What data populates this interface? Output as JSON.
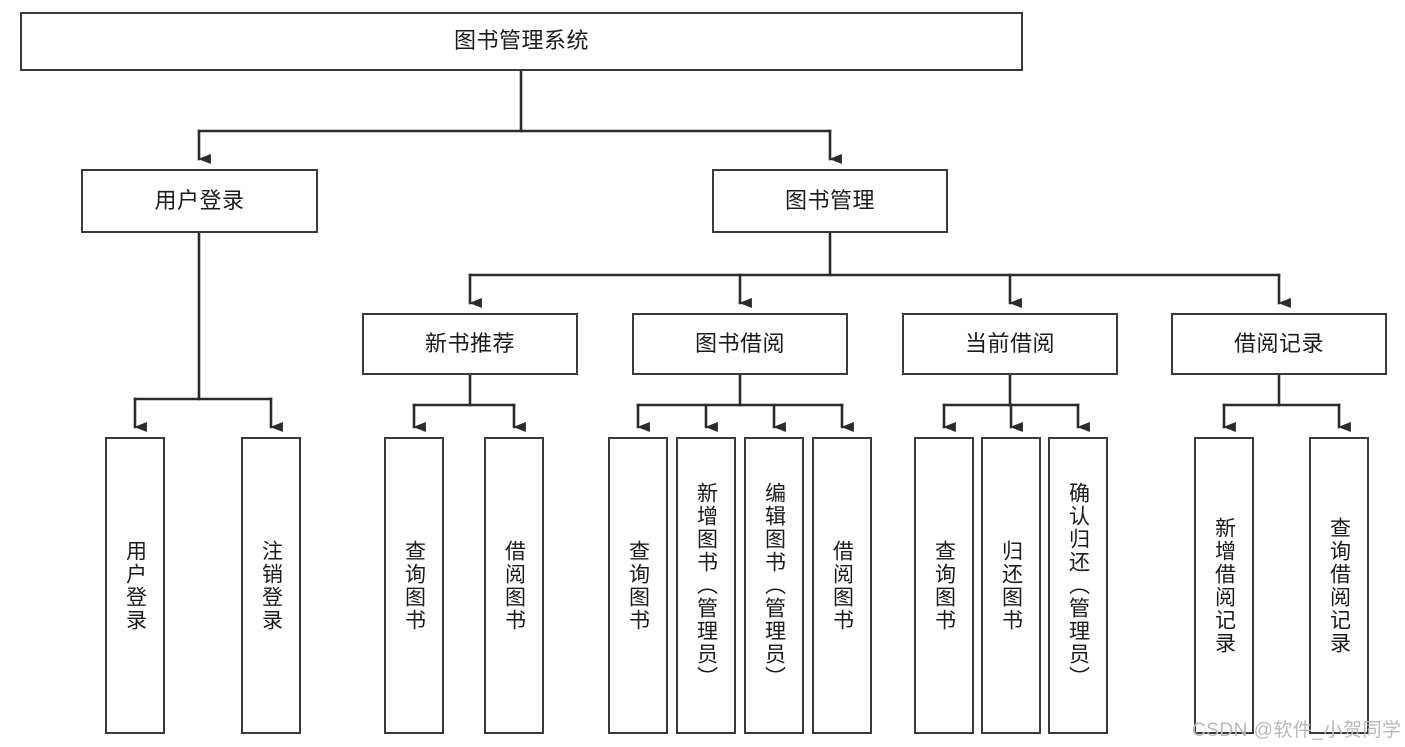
{
  "diagram": {
    "type": "tree-hierarchy-chart",
    "title": "图书管理系统",
    "colors": {
      "box_border": "#3a3a3a",
      "box_fill": "#ffffff",
      "connector": "#2b2b2b",
      "text": "#1b1b1b",
      "watermark": "#b9b9b9",
      "background": "#ffffff"
    },
    "root": {
      "label": "图书管理系统"
    },
    "level2": [
      {
        "label": "用户登录"
      },
      {
        "label": "图书管理"
      }
    ],
    "level3": [
      {
        "label": "新书推荐"
      },
      {
        "label": "图书借阅"
      },
      {
        "label": "当前借阅"
      },
      {
        "label": "借阅记录"
      }
    ],
    "leaves": {
      "user_login": [
        {
          "label": "用户登录"
        },
        {
          "label": "注销登录"
        }
      ],
      "new_book_recommend": [
        {
          "label": "查询图书"
        },
        {
          "label": "借阅图书"
        }
      ],
      "book_borrow": [
        {
          "label": "查询图书"
        },
        {
          "label": "新增图书（管理员）"
        },
        {
          "label": "编辑图书（管理员）"
        },
        {
          "label": "借阅图书"
        }
      ],
      "current_borrow": [
        {
          "label": "查询图书"
        },
        {
          "label": "归还图书"
        },
        {
          "label": "确认归还（管理员）"
        }
      ],
      "borrow_records": [
        {
          "label": "新增借阅记录"
        },
        {
          "label": "查询借阅记录"
        }
      ]
    }
  },
  "watermark": {
    "text": "CSDN @软件_小贺同学"
  }
}
